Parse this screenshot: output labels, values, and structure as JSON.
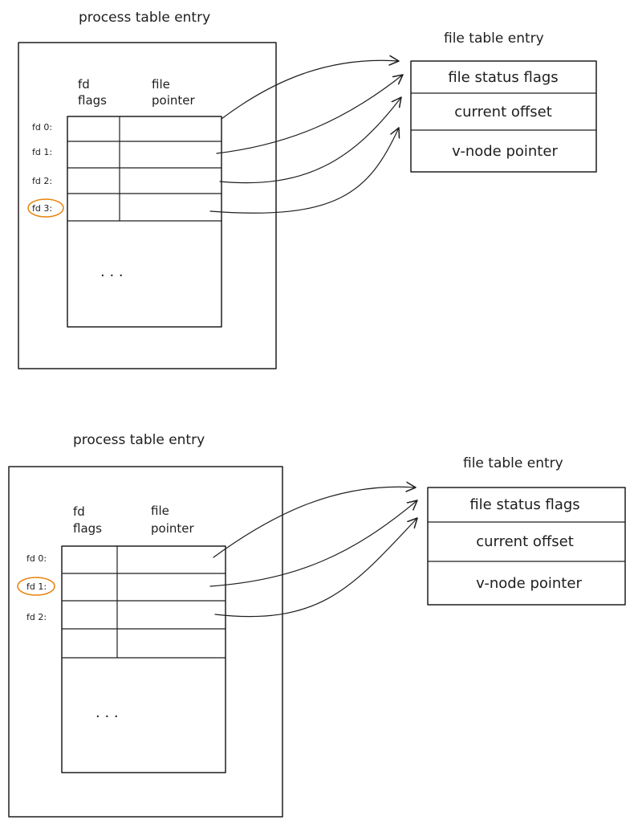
{
  "diagrams": [
    {
      "process_title": "process table entry",
      "col_fd_flags": [
        "fd",
        "flags"
      ],
      "col_file_pointer": [
        "file",
        "pointer"
      ],
      "fd_labels": [
        "fd 0:",
        "fd 1:",
        "fd 2:",
        "fd 3:"
      ],
      "highlighted_fd": "fd 3:",
      "ellipsis": ". . .",
      "file_title": "file table entry",
      "file_rows": [
        "file status flags",
        "current offset",
        "v-node pointer"
      ]
    },
    {
      "process_title": "process table entry",
      "col_fd_flags": [
        "fd",
        "flags"
      ],
      "col_file_pointer": [
        "file",
        "pointer"
      ],
      "fd_labels": [
        "fd 0:",
        "fd 1:",
        "fd 2:"
      ],
      "highlighted_fd": "fd 1:",
      "ellipsis": ". . .",
      "file_title": "file table entry",
      "file_rows": [
        "file status flags",
        "current offset",
        "v-node pointer"
      ]
    }
  ],
  "colors": {
    "ink": "#1e1e1e",
    "highlight": "#e8820c",
    "background": "#ffffff"
  }
}
